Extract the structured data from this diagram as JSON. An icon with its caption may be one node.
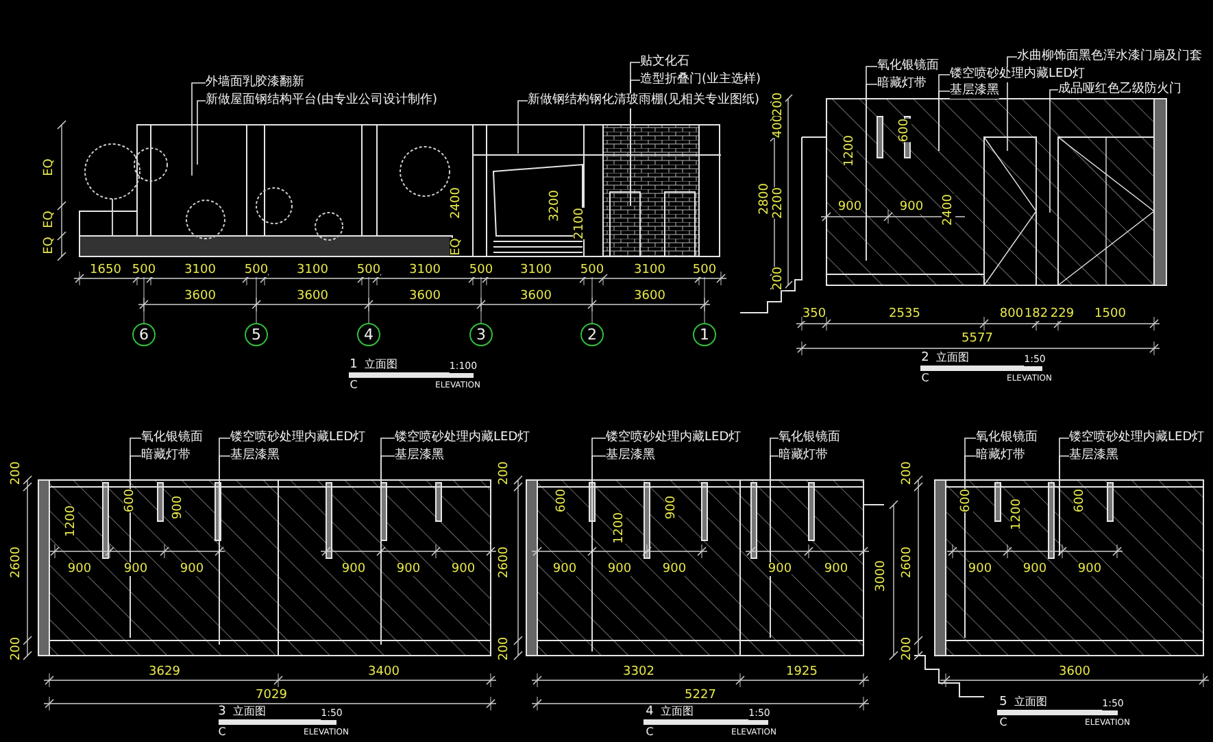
{
  "diagram": {
    "nodes": [
      {
        "text": [
          "外墙面乳胶漆翻新"
        ]
      },
      {
        "text": [
          "新做屋面钢结构平台(由专业公司设计制作)"
        ]
      },
      {
        "text": [
          "新做钢结构钢化清玻雨棚(见相关专业图纸)"
        ]
      },
      {
        "text": [
          "贴文化石"
        ]
      },
      {
        "text": [
          "造型折叠门(业主选样)"
        ]
      },
      {
        "text": [
          "氧化银镜面"
        ]
      },
      {
        "text": [
          "暗藏灯带"
        ]
      },
      {
        "text": [
          "镂空喷砂处理内藏LED灯"
        ]
      },
      {
        "text": [
          "基层漆黑"
        ]
      },
      {
        "text": [
          "水曲柳饰面黑色浑水漆门扇及门套"
        ]
      },
      {
        "text": [
          "成品哑红色乙级防火门"
        ]
      },
      {
        "text": [
          "氧化银镜面"
        ]
      },
      {
        "text": [
          "暗藏灯带"
        ]
      },
      {
        "text": [
          "镂空喷砂处理内藏LED灯"
        ]
      },
      {
        "text": [
          "基层漆黑"
        ]
      },
      {
        "text": [
          "镂空喷砂处理内藏LED灯"
        ]
      },
      {
        "text": [
          "基层漆黑"
        ]
      },
      {
        "text": [
          "镂空喷砂处理内藏LED灯"
        ]
      },
      {
        "text": [
          "基层漆黑"
        ]
      },
      {
        "text": [
          "氧化银镜面"
        ]
      },
      {
        "text": [
          "暗藏灯带"
        ]
      },
      {
        "text": [
          "氧化银镜面"
        ]
      },
      {
        "text": [
          "暗藏灯带"
        ]
      },
      {
        "text": [
          "镂空喷砂处理内藏LED灯"
        ]
      },
      {
        "text": [
          "基层漆黑"
        ]
      }
    ],
    "edges": [
      {
        "from": 0,
        "to": null,
        "arrow": "none"
      },
      {
        "from": 1,
        "to": null,
        "arrow": "none"
      },
      {
        "from": 2,
        "to": null,
        "arrow": "none"
      },
      {
        "from": 3,
        "to": null,
        "arrow": "none"
      },
      {
        "from": 4,
        "to": null,
        "arrow": "none"
      },
      {
        "from": 5,
        "to": null,
        "arrow": "none"
      },
      {
        "from": 6,
        "to": null,
        "arrow": "none"
      },
      {
        "from": 7,
        "to": null,
        "arrow": "none"
      },
      {
        "from": 8,
        "to": null,
        "arrow": "none"
      },
      {
        "from": 9,
        "to": null,
        "arrow": "none"
      },
      {
        "from": 10,
        "to": null,
        "arrow": "none"
      },
      {
        "from": 11,
        "to": null,
        "arrow": "none"
      },
      {
        "from": 12,
        "to": null,
        "arrow": "none"
      },
      {
        "from": 13,
        "to": null,
        "arrow": "none"
      },
      {
        "from": 14,
        "to": null,
        "arrow": "none"
      },
      {
        "from": 15,
        "to": null,
        "arrow": "none"
      },
      {
        "from": 16,
        "to": null,
        "arrow": "none"
      },
      {
        "from": 17,
        "to": null,
        "arrow": "none"
      },
      {
        "from": 18,
        "to": null,
        "arrow": "none"
      },
      {
        "from": 19,
        "to": null,
        "arrow": "none"
      },
      {
        "from": 20,
        "to": null,
        "arrow": "none"
      },
      {
        "from": 21,
        "to": null,
        "arrow": "none"
      },
      {
        "from": 22,
        "to": null,
        "arrow": "none"
      },
      {
        "from": 23,
        "to": null,
        "arrow": "none"
      },
      {
        "from": 24,
        "to": null,
        "arrow": "none"
      }
    ],
    "labels": [
      "EQ",
      "EQ",
      "EQ",
      "2400",
      "3200",
      "2100",
      "EQ",
      "1650",
      "500",
      "3100",
      "500",
      "3100",
      "500",
      "3100",
      "500",
      "3100",
      "500",
      "3100",
      "500",
      "3600",
      "3600",
      "3600",
      "3600",
      "3600",
      "6",
      "5",
      "4",
      "3",
      "2",
      "1",
      "1",
      "立面图",
      "1:100",
      "ELEVATION",
      "C",
      "400",
      "200",
      "2800",
      "2200",
      "200",
      "1200",
      "600",
      "900",
      "900",
      "2400",
      "350",
      "2535",
      "800",
      "182",
      "229",
      "1500",
      "5577",
      "2",
      "立面图",
      "1:50",
      "ELEVATION",
      "C",
      "200",
      "2600",
      "200",
      "1200",
      "600",
      "900",
      "900",
      "900",
      "900",
      "900",
      "900",
      "900",
      "3629",
      "3400",
      "7029",
      "3",
      "立面图",
      "1:50",
      "ELEVATION",
      "C",
      "200",
      "2600",
      "200",
      "600",
      "1200",
      "900",
      "900",
      "900",
      "900",
      "900",
      "900",
      "3000",
      "3302",
      "1925",
      "5227",
      "4",
      "立面图",
      "1:50",
      "ELEVATION",
      "C",
      "200",
      "2600",
      "200",
      "600",
      "1200",
      "600",
      "900",
      "900",
      "900",
      "3600",
      "5",
      "立面图",
      "1:50",
      "ELEVATION",
      "C"
    ]
  }
}
